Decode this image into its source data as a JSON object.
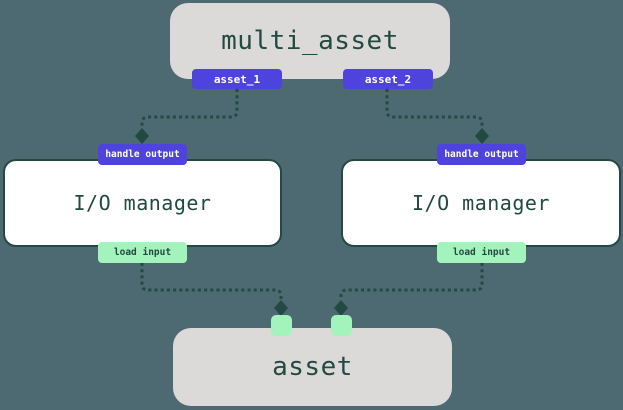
{
  "colors": {
    "background": "#4d6972",
    "ink": "#234a42",
    "purple": "#4f43dd",
    "mint": "#a2f4bc",
    "node_gray": "#dbdad9",
    "node_white": "#ffffff"
  },
  "multi_asset_node": {
    "label": "multi_asset",
    "output_ports": [
      {
        "label": "asset_1"
      },
      {
        "label": "asset_2"
      }
    ]
  },
  "io_manager_nodes": [
    {
      "label": "I/O manager",
      "top_badge": "handle output",
      "bottom_badge": "load input"
    },
    {
      "label": "I/O manager",
      "top_badge": "handle output",
      "bottom_badge": "load input"
    }
  ],
  "asset_node": {
    "label": "asset",
    "input_port_count": 2
  }
}
